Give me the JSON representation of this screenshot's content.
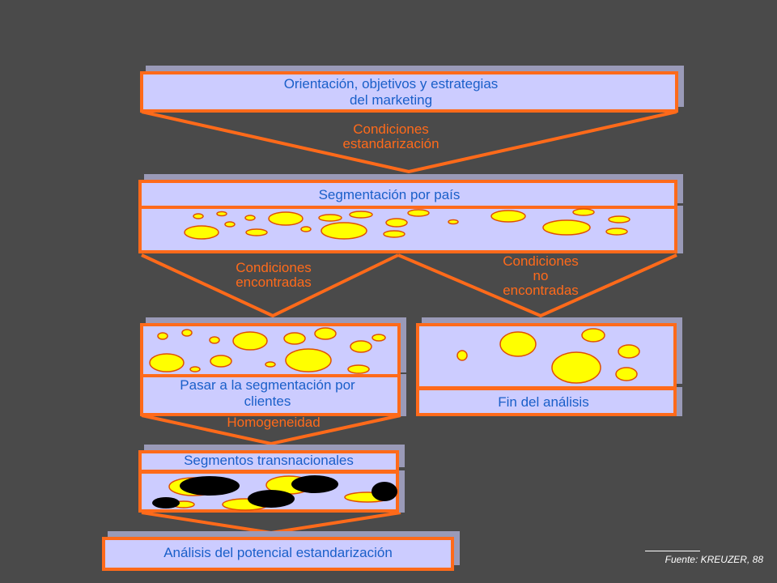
{
  "stage1": {
    "title": "Orientación, objetivos y estrategias\ndel marketing"
  },
  "cond_std": {
    "text": "Condiciones\nestandarización"
  },
  "stage2": {
    "title": "Segmentación por país"
  },
  "cond_found": {
    "text": "Condiciones\nencontradas"
  },
  "cond_notfound": {
    "text": "Condiciones\nno\nencontradas"
  },
  "left_box": {
    "title": "Pasar a la segmentación por\nclientes"
  },
  "right_box": {
    "title": "Fin del análisis"
  },
  "homogeneity": {
    "text": "Homogeneidad"
  },
  "segments": {
    "title": "Segmentos transnacionales"
  },
  "analysis": {
    "title": "Análisis del potencial estandarización"
  },
  "source": {
    "text": "Fuente: KREUZER, 88"
  },
  "colors": {
    "box_fill": "#ccccff",
    "border": "#ff6a1a",
    "text": "#1a5fc9",
    "bubble_fill": "#ffff00",
    "bubble_stroke": "#e05000",
    "dark_bubble": "#000000"
  }
}
